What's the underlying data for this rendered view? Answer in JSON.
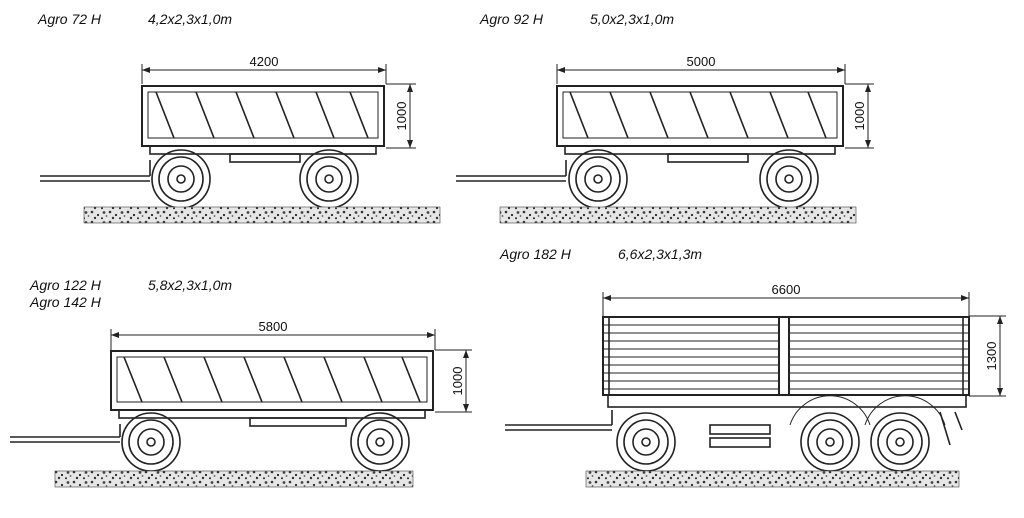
{
  "trailers": [
    {
      "id": "agro-72",
      "models": [
        "Agro 72 H"
      ],
      "dimensions": "4,2x2,3x1,0m",
      "length_label": "4200",
      "height_label": "1000",
      "axles": 2,
      "side_style": "diagonal"
    },
    {
      "id": "agro-92",
      "models": [
        "Agro 92 H"
      ],
      "dimensions": "5,0x2,3x1,0m",
      "length_label": "5000",
      "height_label": "1000",
      "axles": 2,
      "side_style": "diagonal"
    },
    {
      "id": "agro-122",
      "models": [
        "Agro 122 H",
        "Agro 142 H"
      ],
      "dimensions": "5,8x2,3x1,0m",
      "length_label": "5800",
      "height_label": "1000",
      "axles": 2,
      "side_style": "diagonal"
    },
    {
      "id": "agro-182",
      "models": [
        "Agro 182 H"
      ],
      "dimensions": "6,6x2,3x1,3m",
      "length_label": "6600",
      "height_label": "1300",
      "axles": 3,
      "side_style": "planks"
    }
  ]
}
